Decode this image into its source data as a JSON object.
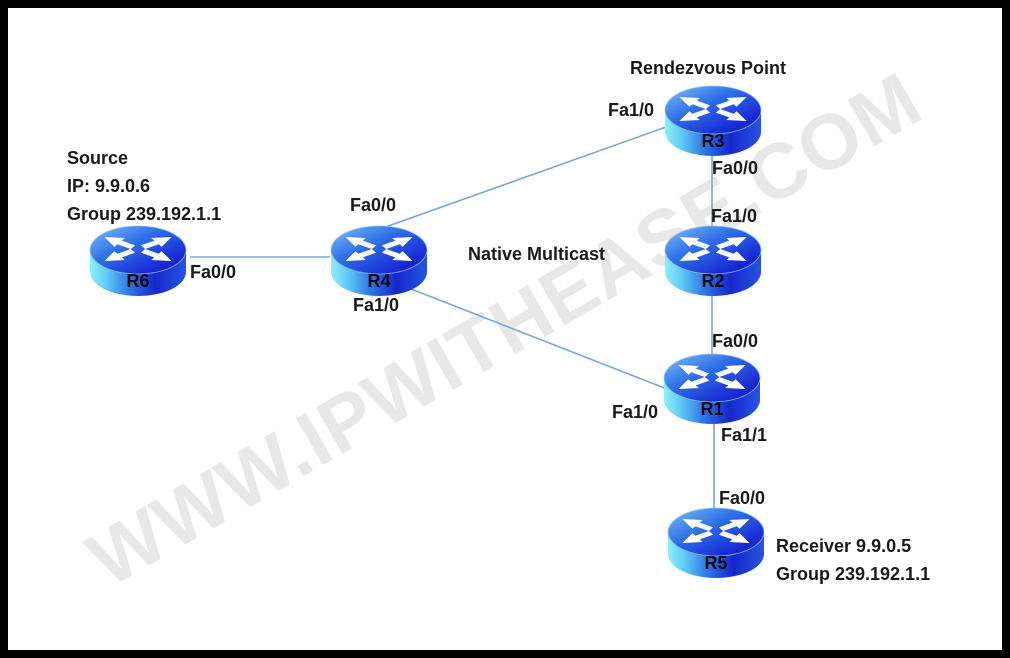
{
  "watermark": {
    "text": "WWW.IPWITHEASE.COM"
  },
  "annotations": {
    "rendezvous_point": "Rendezvous Point",
    "native_multicast": "Native Multicast",
    "source": {
      "title": "Source",
      "ip": "IP: 9.9.0.6",
      "group": "Group 239.192.1.1"
    },
    "receiver": {
      "ip": "Receiver 9.9.0.5",
      "group": "Group 239.192.1.1"
    }
  },
  "routers": {
    "r1": {
      "name": "R1"
    },
    "r2": {
      "name": "R2"
    },
    "r3": {
      "name": "R3"
    },
    "r4": {
      "name": "R4"
    },
    "r5": {
      "name": "R5"
    },
    "r6": {
      "name": "R6"
    }
  },
  "interface_labels": {
    "r6_fa0_0": "Fa0/0",
    "r4_fa0_0": "Fa0/0",
    "r4_fa1_0": "Fa1/0",
    "r3_fa1_0": "Fa1/0",
    "r3_fa0_0": "Fa0/0",
    "r2_fa1_0": "Fa1/0",
    "r1_fa0_0": "Fa0/0",
    "r1_fa1_0": "Fa1/0",
    "r1_fa1_1": "Fa1/1",
    "r5_fa0_0": "Fa0/0"
  },
  "links": [
    {
      "from": "R6 Fa0/0",
      "to": "R4"
    },
    {
      "from": "R4 Fa0/0",
      "to": "R3 Fa1/0"
    },
    {
      "from": "R4 Fa1/0",
      "to": "R1 Fa1/0"
    },
    {
      "from": "R3 Fa0/0",
      "to": "R2 Fa1/0"
    },
    {
      "from": "R2",
      "to": "R1 Fa0/0"
    },
    {
      "from": "R1 Fa1/1",
      "to": "R5 Fa0/0"
    }
  ],
  "colors": {
    "link": "#79a8d8",
    "watermark": "#e8e8e8",
    "label": "#1a1a1a",
    "frame": "#000000"
  }
}
